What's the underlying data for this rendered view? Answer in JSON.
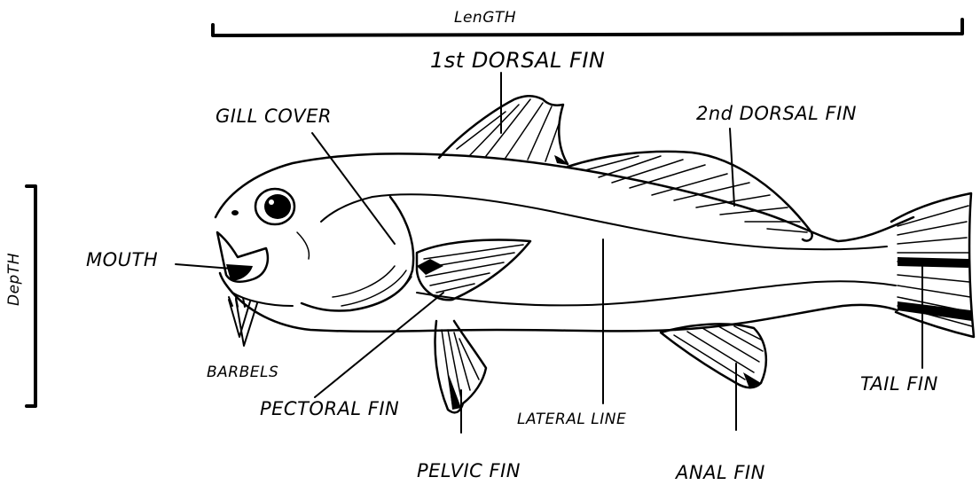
{
  "diagram": {
    "length_label": "LenGTH",
    "depth_label": "DepTH",
    "labels": {
      "first_dorsal_fin": "1st DORSAL FIN",
      "second_dorsal_fin": "2nd DORSAL FIN",
      "gill_cover": "GILL COVER",
      "mouth": "MOUTH",
      "barbels": "BARBELS",
      "pectoral_fin": "PECTORAL FIN",
      "pelvic_fin": "PELVIC FIN",
      "lateral_line": "LATERAL LINE",
      "anal_fin": "ANAL FIN",
      "tail_fin": "TAIL FIN"
    }
  }
}
